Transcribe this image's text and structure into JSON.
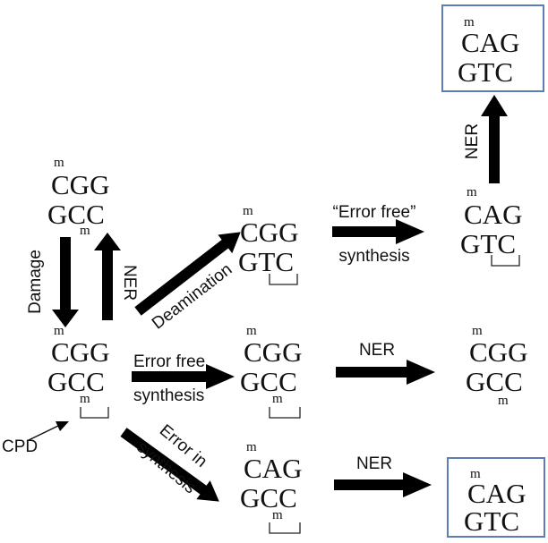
{
  "nodes": {
    "top_left": {
      "top": "CGG",
      "bottom": "GCC",
      "top_marker": "m",
      "bottom_marker": "m"
    },
    "cpd_site": {
      "top": "CGG",
      "bottom": "GCC",
      "top_marker": "m",
      "bottom_marker": "m"
    },
    "deaminated": {
      "top": "CGG",
      "bottom": "GTC",
      "top_marker": "m"
    },
    "error_free_mid": {
      "top": "CGG",
      "bottom": "GCC",
      "top_marker": "m",
      "bottom_marker": "m"
    },
    "error_in_mid": {
      "top": "CAG",
      "bottom": "GCC",
      "top_marker": "m",
      "bottom_marker": "m"
    },
    "deam_repaired": {
      "top": "CAG",
      "bottom": "GTC",
      "top_marker": "m"
    },
    "final_top": {
      "top": "CAG",
      "bottom": "GTC",
      "top_marker": "m"
    },
    "final_mid": {
      "top": "CGG",
      "bottom": "GCC",
      "top_marker": "m",
      "bottom_marker": "m"
    },
    "final_bottom": {
      "top": "CAG",
      "bottom": "GTC",
      "top_marker": "m"
    }
  },
  "labels": {
    "damage": "Damage",
    "ner_up_left": "NER",
    "deamination": "Deamination",
    "error_free_line1": "Error free",
    "error_free_line2": "synthesis",
    "error_in_line1": "Error in",
    "error_in_line2": "synthesis",
    "error_free_quoted_line1": "“Error free”",
    "error_free_quoted_line2": "synthesis",
    "ner_mid": "NER",
    "ner_bottom": "NER",
    "ner_vertical": "NER",
    "cpd": "CPD"
  },
  "colors": {
    "highlight_box": "#5b7fb5"
  }
}
